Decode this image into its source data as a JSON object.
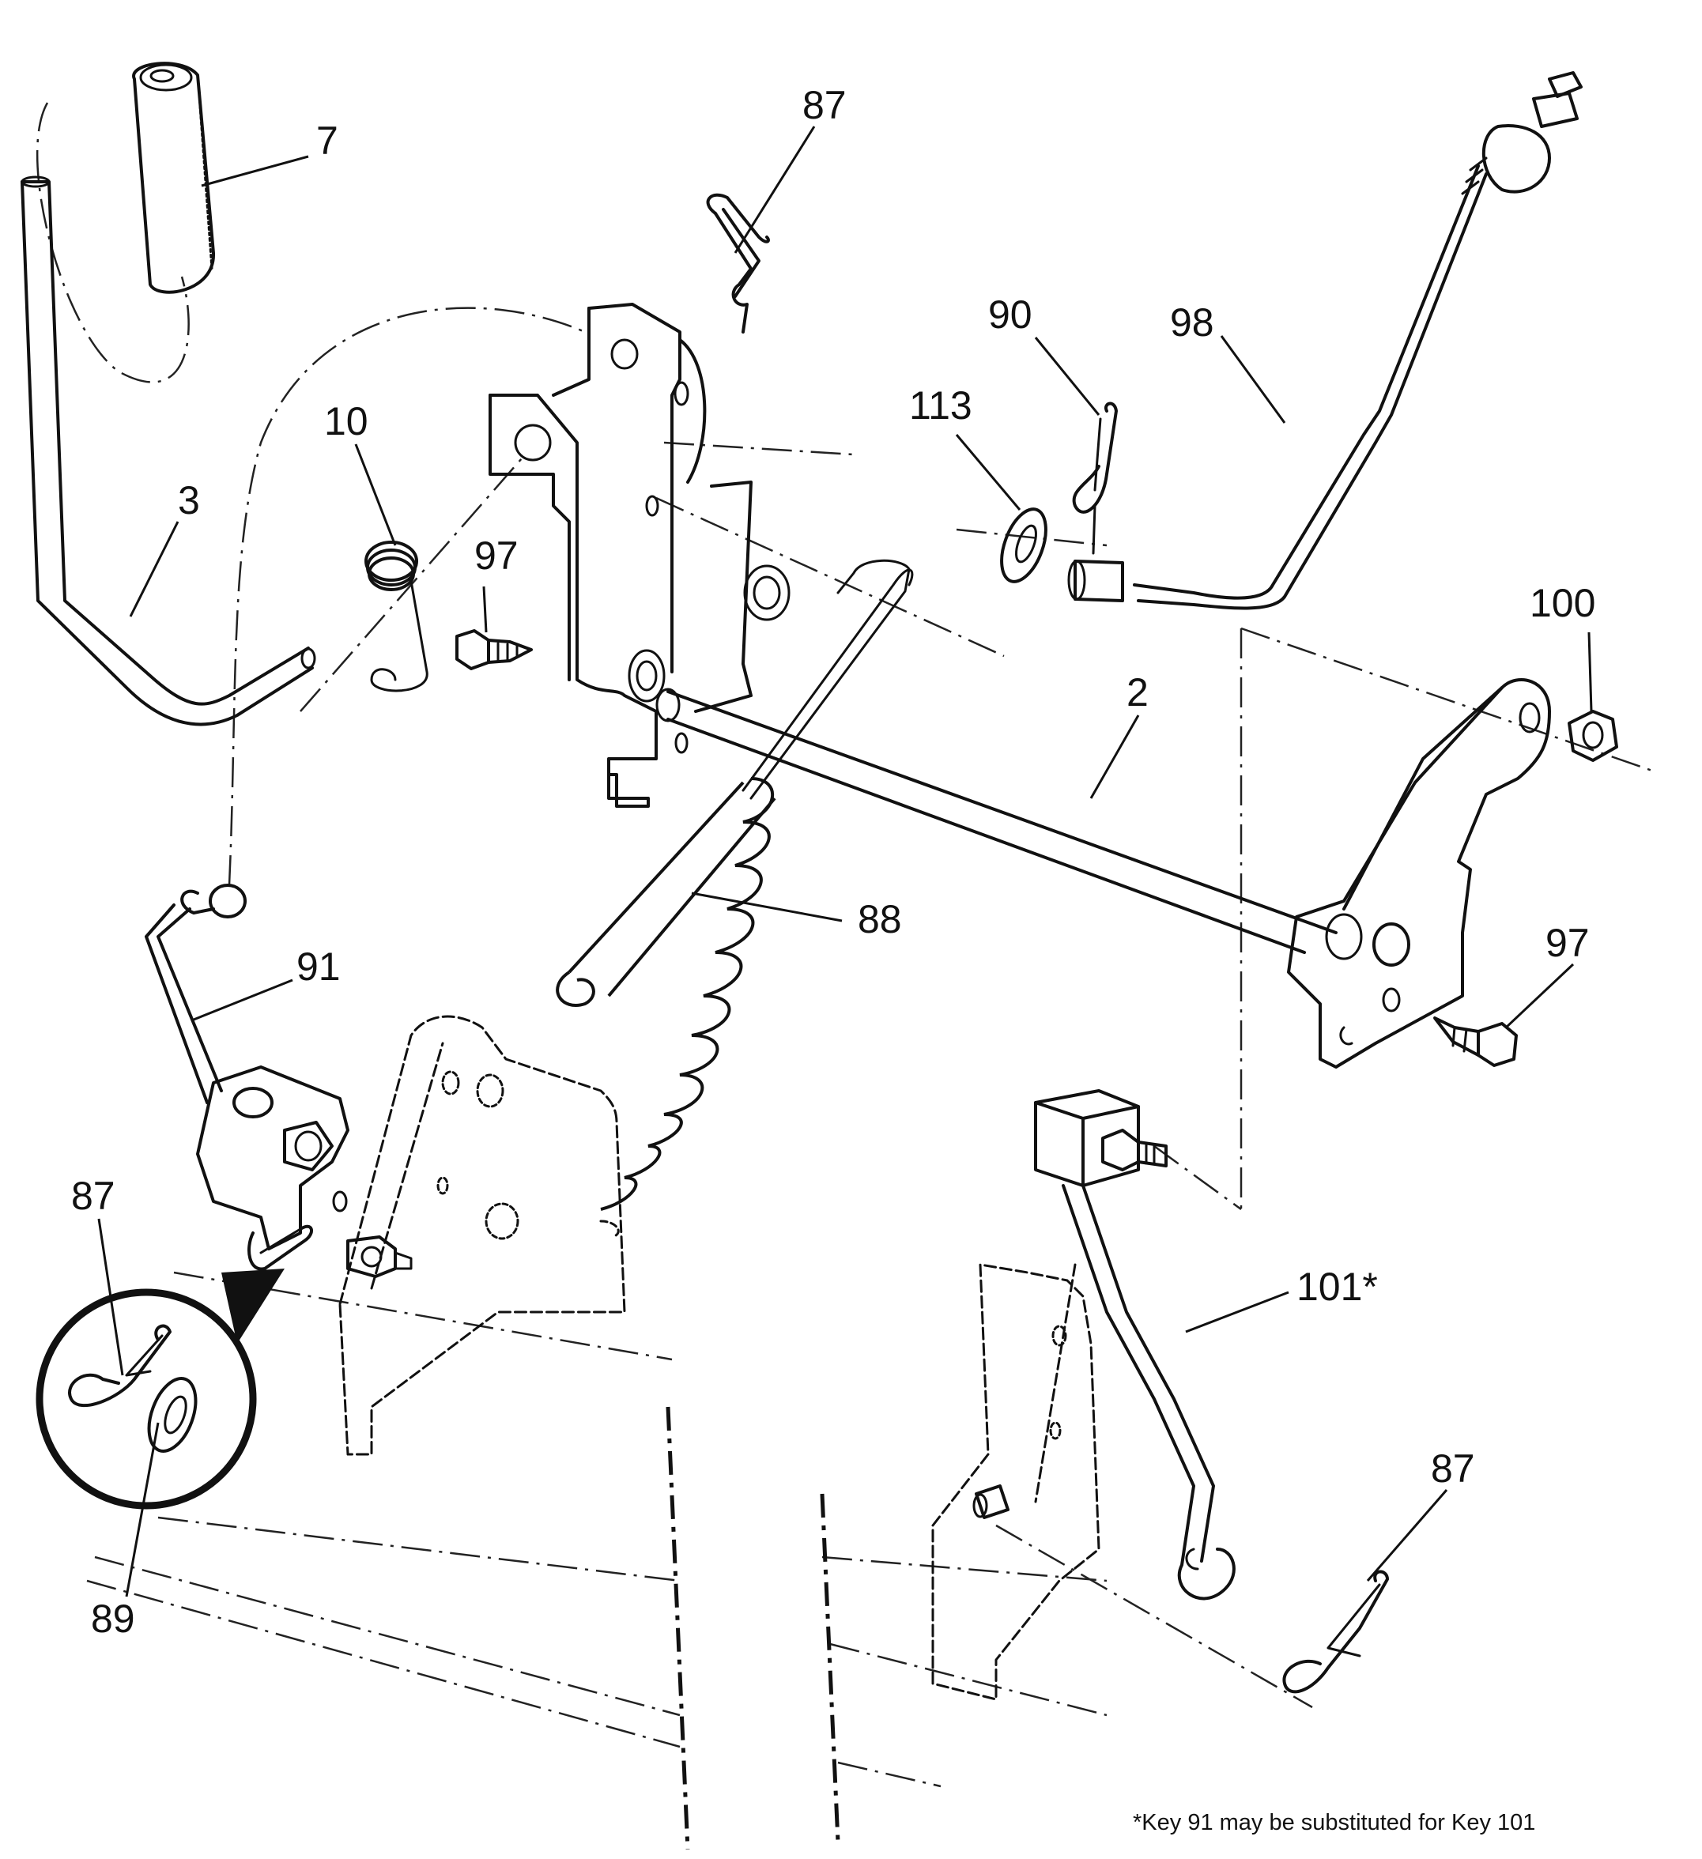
{
  "callouts": {
    "c7": "7",
    "c87_top": "87",
    "c3": "3",
    "c10": "10",
    "c97_left": "97",
    "c90": "90",
    "c113": "113",
    "c98": "98",
    "c100": "100",
    "c2": "2",
    "c88": "88",
    "c91": "91",
    "c97_right": "97",
    "c87_left": "87",
    "c89": "89",
    "c101": "101*",
    "c87_bottom": "87"
  },
  "footnote": "*Key 91 may be substituted for Key 101"
}
